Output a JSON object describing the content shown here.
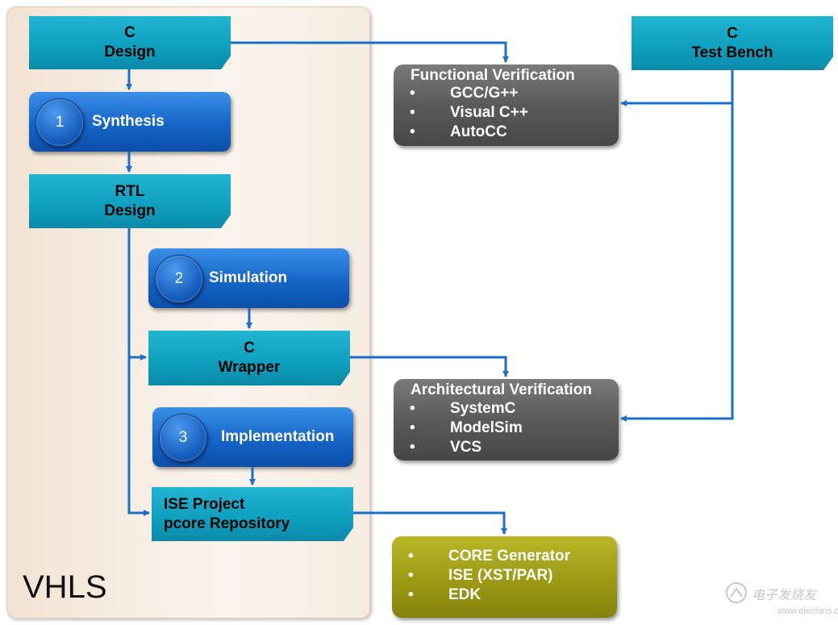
{
  "panel": {
    "label": "VHLS"
  },
  "boxes": {
    "c_design": {
      "line1": "C",
      "line2": "Design"
    },
    "synthesis": {
      "number": "1",
      "label": "Synthesis"
    },
    "rtl_design": {
      "line1": "RTL",
      "line2": "Design"
    },
    "simulation": {
      "number": "2",
      "label": "Simulation"
    },
    "c_wrapper": {
      "line1": "C",
      "line2": "Wrapper"
    },
    "implementation": {
      "number": "3",
      "label": "Implementation"
    },
    "ise_project": {
      "line1": "ISE Project",
      "line2": "pcore Repository"
    },
    "c_test_bench": {
      "line1": "C",
      "line2": "Test Bench"
    }
  },
  "functional_verification": {
    "title": "Functional Verification",
    "items": [
      "GCC/G++",
      "Visual C++",
      "AutoCC"
    ]
  },
  "architectural_verification": {
    "title": "Architectural Verification",
    "items": [
      "SystemC",
      "ModelSim",
      "VCS"
    ]
  },
  "tools": {
    "items": [
      "CORE Generator",
      "ISE (XST/PAR)",
      "EDK"
    ]
  },
  "bullet_char": "•",
  "watermark": {
    "text": "电子发烧友",
    "url": "www.elecfans.com"
  },
  "colors": {
    "teal": "#0ea1c0",
    "blue": "#1565c8",
    "gray": "#5a5a5a",
    "olive": "#9c9a14",
    "arrow": "#1a6fc8",
    "panel": "#f6ebe0"
  }
}
